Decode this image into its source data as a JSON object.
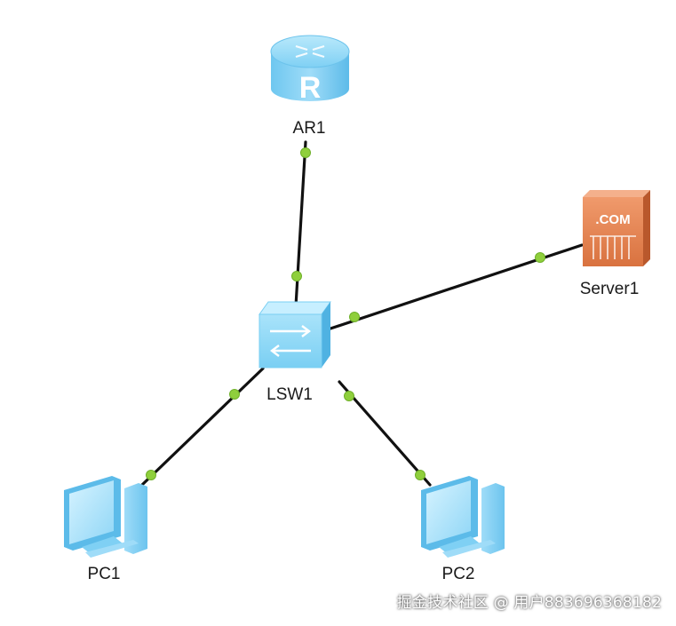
{
  "diagram": {
    "nodes": [
      {
        "id": "ar1",
        "label": "AR1",
        "kind": "router",
        "icon": "router-icon"
      },
      {
        "id": "lsw1",
        "label": "LSW1",
        "kind": "switch",
        "icon": "switch-icon"
      },
      {
        "id": "server1",
        "label": "Server1",
        "kind": "server",
        "icon": "server-icon",
        "badge": ".COM"
      },
      {
        "id": "pc1",
        "label": "PC1",
        "kind": "pc",
        "icon": "pc-icon"
      },
      {
        "id": "pc2",
        "label": "PC2",
        "kind": "pc",
        "icon": "pc-icon"
      }
    ],
    "links": [
      {
        "from": "ar1",
        "to": "lsw1"
      },
      {
        "from": "lsw1",
        "to": "server1"
      },
      {
        "from": "lsw1",
        "to": "pc1"
      },
      {
        "from": "lsw1",
        "to": "pc2"
      }
    ],
    "colors": {
      "link": "#111111",
      "port": "#8fcf3c",
      "device_blue": "#7fd0f4",
      "server_orange": "#e8875a"
    }
  },
  "watermark": {
    "text": "掘金技术社区 @ 用户883696368182"
  }
}
